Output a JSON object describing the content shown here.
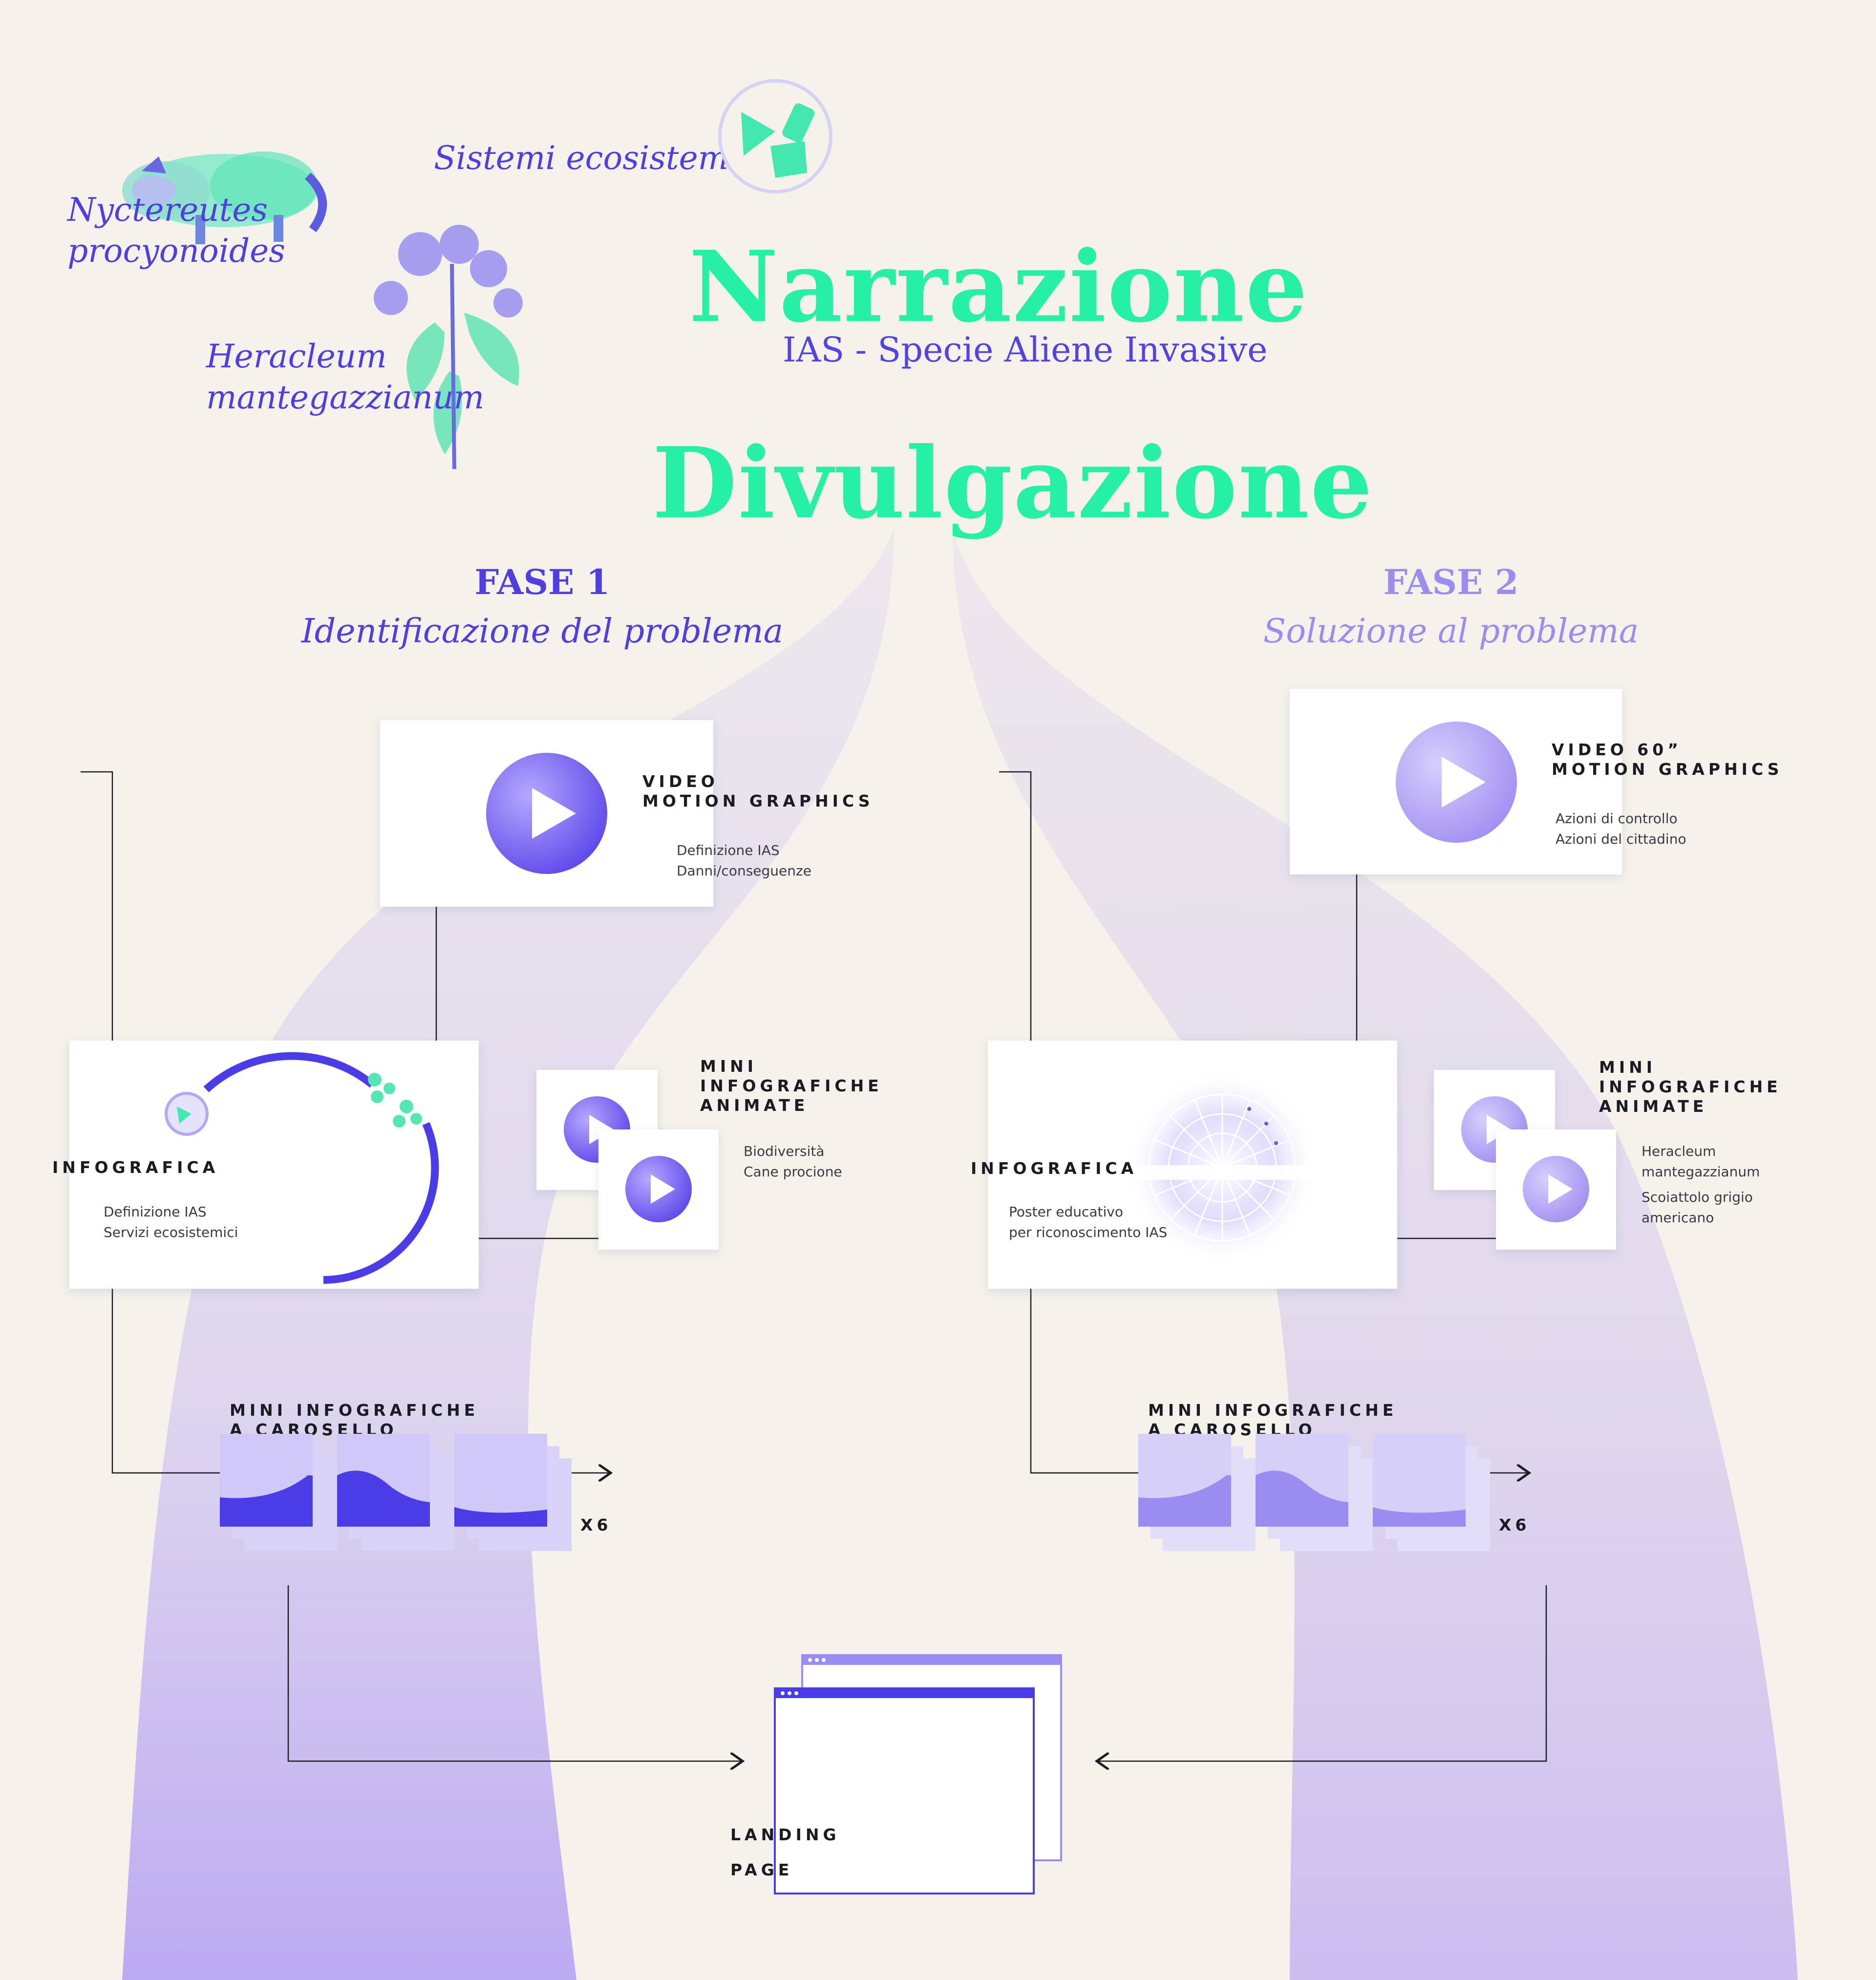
{
  "colors": {
    "accent_green": "#25f0a5",
    "accent_purple": "#4f3fe0",
    "accent_lilac": "#9b8cf0",
    "background": "#f4f2ea"
  },
  "header": {
    "species": [
      {
        "line1": "Nyctereutes",
        "line2": "procyonoides"
      },
      {
        "line1": "Heracleum",
        "line2": "mantegazzianum"
      }
    ],
    "ecosystems_label": "Sistemi ecosistemici",
    "title": "Narrazione",
    "subtitle": "IAS - Specie Aliene Invasive",
    "title2": "Divulgazione"
  },
  "phase1": {
    "heading": "FASE 1",
    "subheading": "Identificazione del problema",
    "video": {
      "label_line1": "VIDEO",
      "label_line2": "MOTION GRAPHICS",
      "desc": [
        "Definizione IAS",
        "Danni/conseguenze"
      ],
      "icon": "play-icon"
    },
    "infographic": {
      "label": "INFOGRAFICA",
      "desc": [
        "Definizione IAS",
        "Servizi ecosistemici"
      ]
    },
    "mini_animated": {
      "label": [
        "MINI",
        "INFOGRAFICHE",
        "ANIMATE"
      ],
      "desc": [
        "Biodiversità",
        "Cane procione"
      ]
    },
    "carousel": {
      "label": [
        "MINI INFOGRAFICHE",
        "A CAROSELLO"
      ],
      "count": "X6"
    }
  },
  "phase2": {
    "heading": "FASE 2",
    "subheading": "Soluzione al problema",
    "video": {
      "label_line1": "VIDEO 60”",
      "label_line2": "MOTION GRAPHICS",
      "desc": [
        "Azioni di controllo",
        "Azioni del cittadino"
      ],
      "icon": "play-icon"
    },
    "infographic": {
      "label": "INFOGRAFICA",
      "desc": [
        "Poster educativo",
        "per riconoscimento IAS"
      ]
    },
    "mini_animated": {
      "label": [
        "MINI",
        "INFOGRAFICHE",
        "ANIMATE"
      ],
      "desc": [
        "Heracleum",
        "mantegazzianum",
        "Scoiattolo grigio",
        "americano"
      ]
    },
    "carousel": {
      "label": [
        "MINI INFOGRAFICHE",
        "A CAROSELLO"
      ],
      "count": "X6"
    }
  },
  "landing": {
    "label_line1": "LANDING",
    "label_line2": "PAGE"
  }
}
